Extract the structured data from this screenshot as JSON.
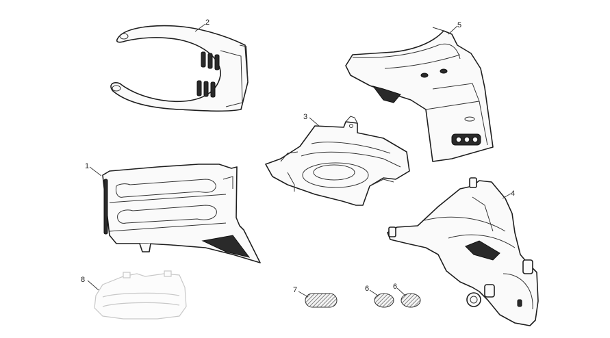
{
  "callouts": [
    {
      "id": "1",
      "label": "1"
    },
    {
      "id": "2",
      "label": "2"
    },
    {
      "id": "3",
      "label": "3"
    },
    {
      "id": "4",
      "label": "4"
    },
    {
      "id": "5",
      "label": "5"
    },
    {
      "id": "6a",
      "label": "6"
    },
    {
      "id": "6b",
      "label": "6"
    },
    {
      "id": "7",
      "label": "7"
    },
    {
      "id": "8",
      "label": "8"
    }
  ],
  "colors": {
    "line": "#1e1e1e",
    "ghost": "#c8c8c8",
    "background": "#ffffff"
  }
}
